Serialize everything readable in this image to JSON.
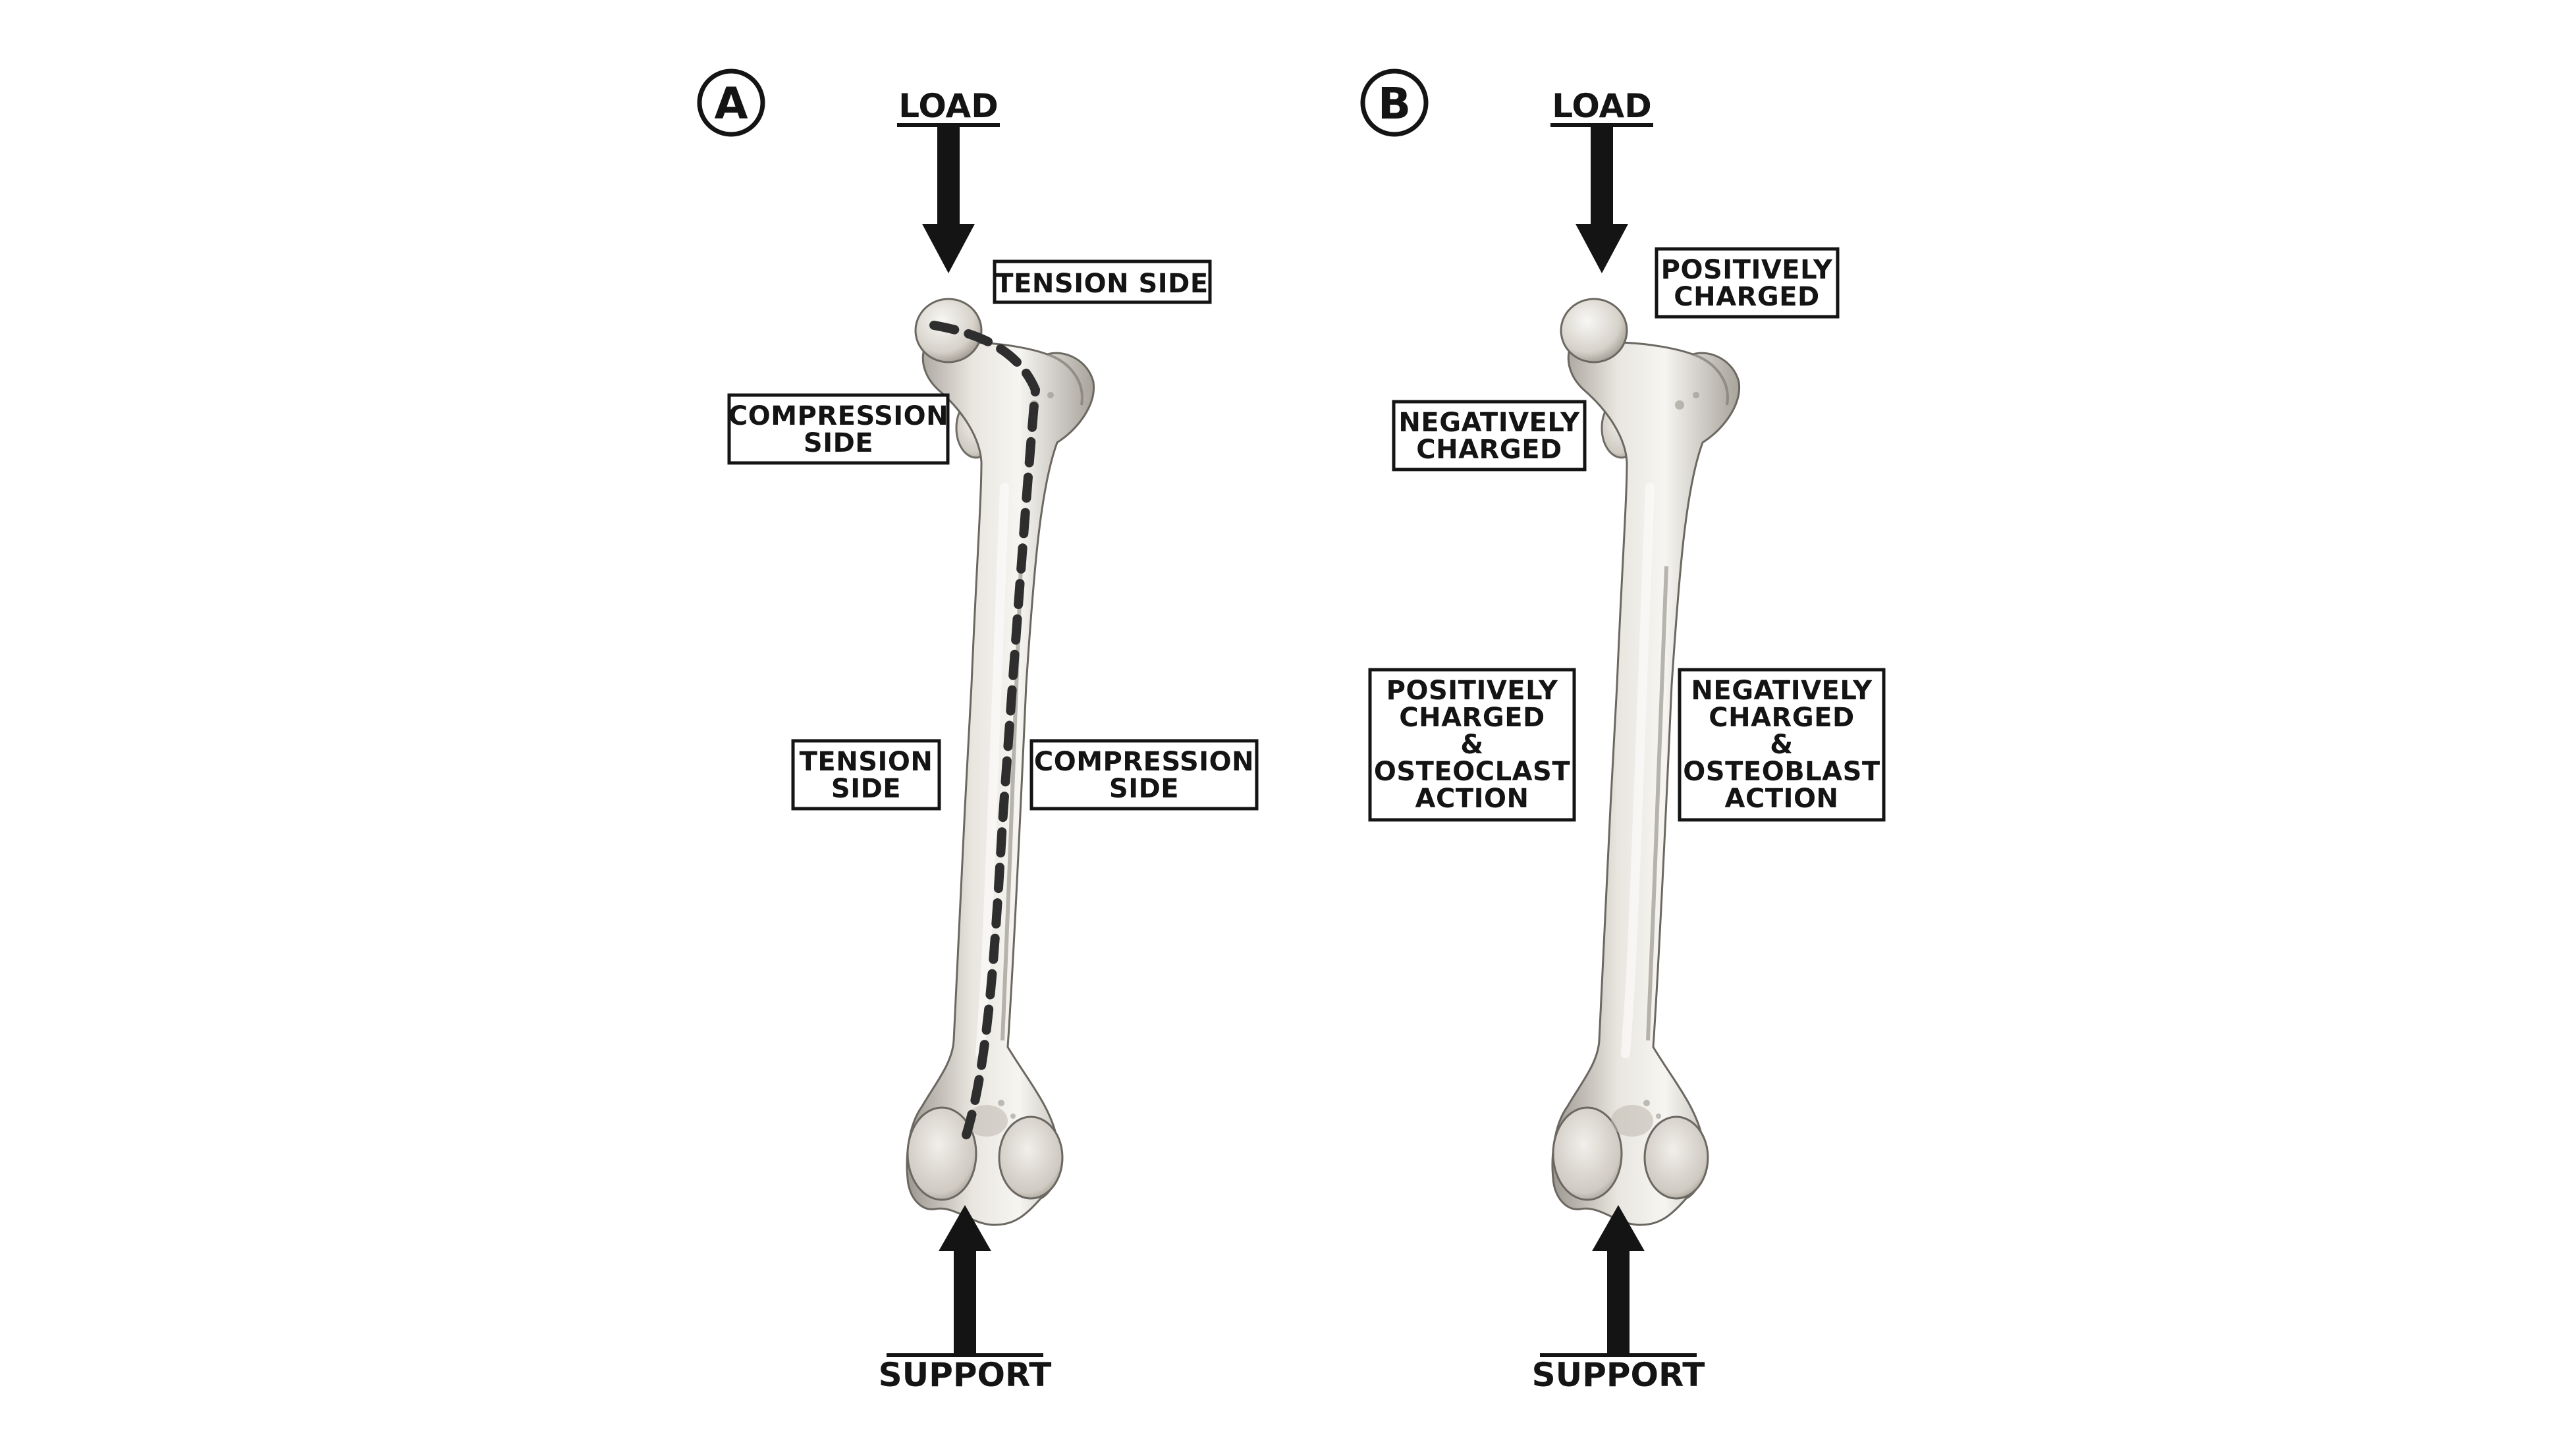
{
  "colors": {
    "ink": "#141414",
    "bone_fill": "#e6e3dd",
    "bone_shadow": "#a9a49c",
    "bone_highlight": "#f7f6f3",
    "background": "#ffffff"
  },
  "panel_a": {
    "letter": "A",
    "load": "LOAD",
    "support": "SUPPORT",
    "labels": {
      "tension_top": [
        "TENSION SIDE"
      ],
      "compression_top": [
        "COMPRESSION",
        "SIDE"
      ],
      "tension_shaft": [
        "TENSION",
        "SIDE"
      ],
      "compression_shaft": [
        "COMPRESSION",
        "SIDE"
      ]
    }
  },
  "panel_b": {
    "letter": "B",
    "load": "LOAD",
    "support": "SUPPORT",
    "labels": {
      "positive_top": [
        "POSITIVELY",
        "CHARGED"
      ],
      "negative_top": [
        "NEGATIVELY",
        "CHARGED"
      ],
      "positive_shaft": [
        "POSITIVELY",
        "CHARGED",
        "&",
        "OSTEOCLAST",
        "ACTION"
      ],
      "negative_shaft": [
        "NEGATIVELY",
        "CHARGED",
        "&",
        "OSTEOBLAST",
        "ACTION"
      ]
    }
  }
}
